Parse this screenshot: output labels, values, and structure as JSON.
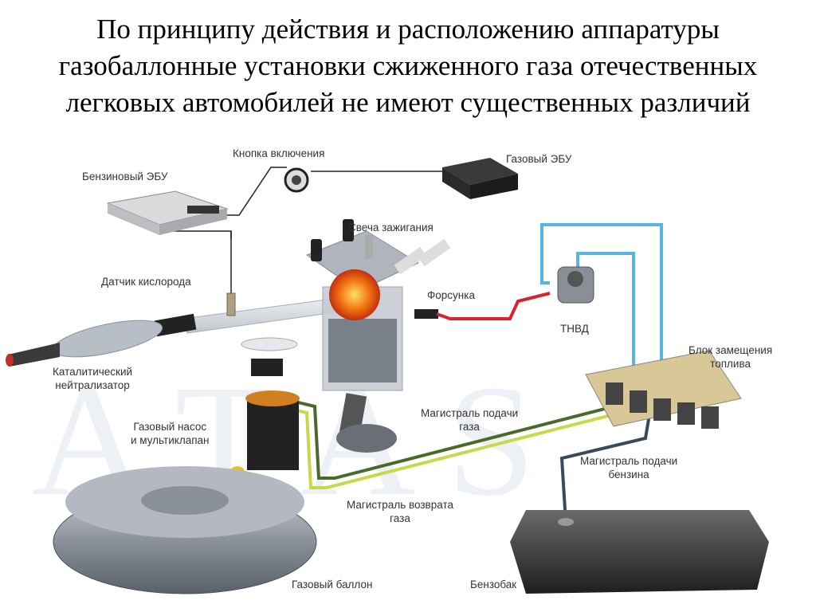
{
  "title": {
    "lines": [
      "По принципу действия и расположению аппаратуры",
      "газобаллонные установки сжиженного газа отечественных",
      "легковых автомобилей не имеют существенных различий"
    ]
  },
  "labels": {
    "start_button": "Кнопка включения",
    "gas_ecu": "Газовый ЭБУ",
    "petrol_ecu": "Бензиновый ЭБУ",
    "spark_plug": "Свеча зажигания",
    "oxygen_sensor": "Датчик кислорода",
    "injector": "Форсунка",
    "hp_pump": "ТНВД",
    "catalyst": [
      "Каталитический",
      "нейтрализатор"
    ],
    "fuel_replacement_unit": [
      "Блок замещения",
      "топлива"
    ],
    "gas_pump": [
      "Газовый насос",
      "и мультиклапан"
    ],
    "gas_supply_line": [
      "Магистраль подачи",
      "газа"
    ],
    "petrol_supply_line": [
      "Магистраль подачи",
      "бензина"
    ],
    "gas_return_line": [
      "Магистраль возврата",
      "газа"
    ],
    "gas_cylinder": "Газовый баллон",
    "petrol_tank": "Бензобак"
  },
  "colors": {
    "gas_supply": "#4a6a2a",
    "gas_return": "#c8d84a",
    "petrol_line": "#3a4a5a",
    "hp_line_blue": "#58b4e0",
    "injector_line_red": "#d8232a"
  }
}
